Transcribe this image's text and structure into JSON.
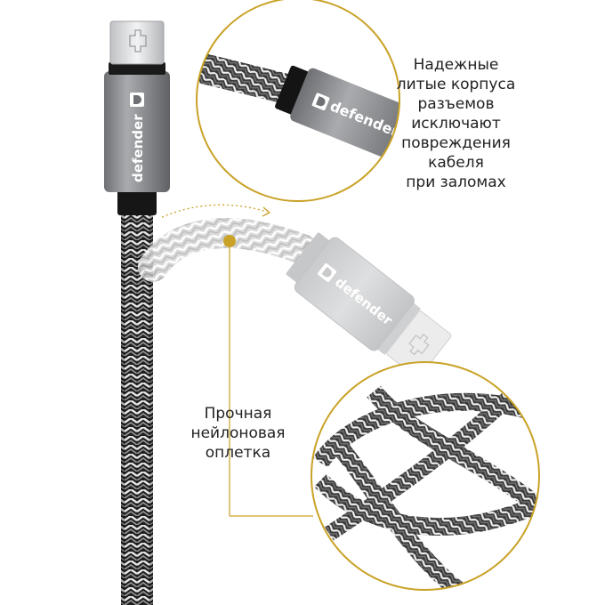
{
  "brand": {
    "name": "defender",
    "logo_icon": "defender-d-logo-icon"
  },
  "callouts": {
    "connectors": {
      "lines": [
        "Надежные",
        "литые корпуса",
        "разъемов",
        "исключают",
        "повреждения",
        "кабеля",
        "при заломах"
      ]
    },
    "braid": {
      "lines": [
        "Прочная",
        "нейлоновая",
        "оплетка"
      ]
    }
  },
  "colors": {
    "accent": "#c9a227",
    "housing": "#8a8c8f",
    "braid_dark": "#2a2a2a",
    "braid_light": "#dcdcdc"
  }
}
